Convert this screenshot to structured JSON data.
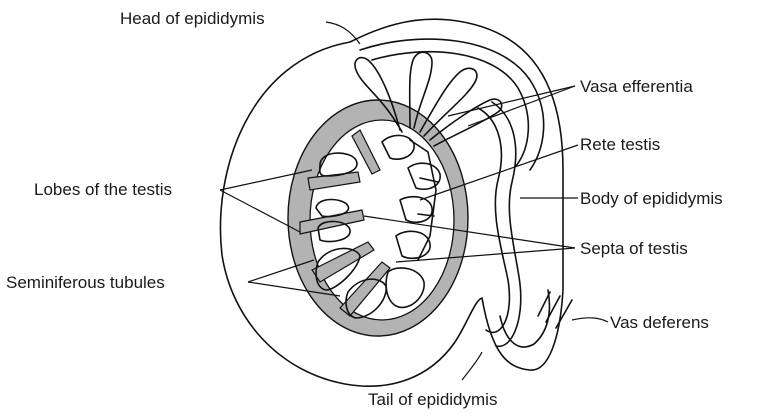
{
  "labels": {
    "head_of_epididymis": "Head of epididymis",
    "vasa_efferentia": "Vasa efferentia",
    "rete_testis": "Rete testis",
    "lobes_of_the_testis": "Lobes of the testis",
    "body_of_epididymis": "Body of epididymis",
    "septa_of_testis": "Septa of testis",
    "seminiferous_tubules": "Seminiferous tubules",
    "vas_deferens": "Vas deferens",
    "tail_of_epididymis": "Tail of epididymis"
  },
  "colors": {
    "outline": "#111111",
    "tunica_fill": "#b3b3b3",
    "background": "#ffffff"
  }
}
